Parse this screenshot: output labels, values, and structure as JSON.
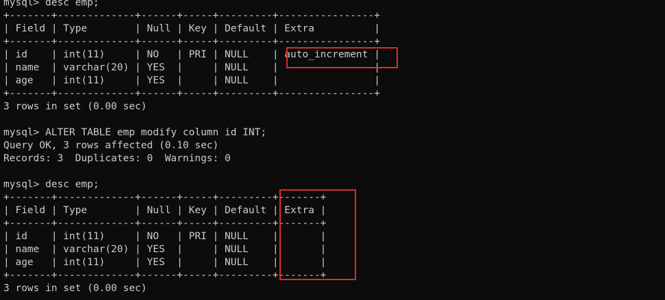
{
  "terminal": {
    "lines": [
      "mysql> desc emp;",
      "+-------+-------------+------+-----+---------+----------------+",
      "| Field | Type        | Null | Key | Default | Extra          |",
      "+-------+-------------+------+-----+---------+----------------+",
      "| id    | int(11)     | NO   | PRI | NULL    | auto_increment |",
      "| name  | varchar(20) | YES  |     | NULL    |                |",
      "| age   | int(11)     | YES  |     | NULL    |                |",
      "+-------+-------------+------+-----+---------+----------------+",
      "3 rows in set (0.00 sec)",
      "",
      "mysql> ALTER TABLE emp modify column id INT;",
      "Query OK, 3 rows affected (0.10 sec)",
      "Records: 3  Duplicates: 0  Warnings: 0",
      "",
      "mysql> desc emp;",
      "+-------+-------------+------+-----+---------+-------+",
      "| Field | Type        | Null | Key | Default | Extra |",
      "+-------+-------------+------+-----+---------+-------+",
      "| id    | int(11)     | NO   | PRI | NULL    |       |",
      "| name  | varchar(20) | YES  |     | NULL    |       |",
      "| age   | int(11)     | YES  |     | NULL    |       |",
      "+-------+-------------+------+-----+---------+-------+",
      "3 rows in set (0.00 sec)"
    ]
  },
  "colors": {
    "background": "#0c0c0c",
    "text": "#cccccc",
    "highlight": "#e02b2b"
  }
}
